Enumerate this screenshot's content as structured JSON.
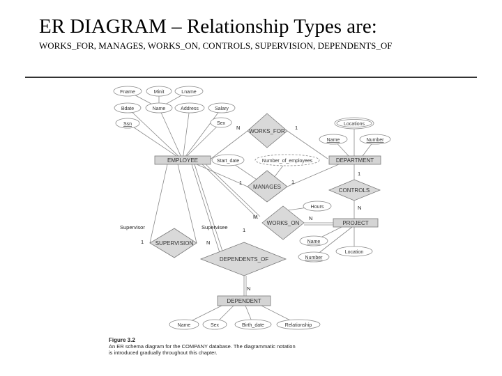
{
  "slide": {
    "title": "ER DIAGRAM – Relationship Types are:",
    "subtitle": "WORKS_FOR, MANAGES, WORKS_ON, CONTROLS, SUPERVISION, DEPENDENTS_OF"
  },
  "entities": {
    "employee": "EMPLOYEE",
    "department": "DEPARTMENT",
    "project": "PROJECT",
    "dependent": "DEPENDENT"
  },
  "relationships": {
    "works_for": "WORKS_FOR",
    "manages": "MANAGES",
    "controls": "CONTROLS",
    "works_on": "WORKS_ON",
    "supervision": "SUPERVISION",
    "dependents_of": "DEPENDENTS_OF"
  },
  "attributes": {
    "fname": "Fname",
    "minit": "Minit",
    "lname": "Lname",
    "bdate": "Bdate",
    "name_emp": "Name",
    "address": "Address",
    "salary": "Salary",
    "ssn": "Ssn",
    "sex_emp": "Sex",
    "locations": "Locations",
    "name_dept": "Name",
    "number_dept": "Number",
    "start_date": "Start_date",
    "number_of_employees": "Number_of_employees",
    "hours": "Hours",
    "name_proj": "Name",
    "location_proj": "Location",
    "number_proj": "Number",
    "name_dep": "Name",
    "sex_dep": "Sex",
    "birth_date": "Birth_date",
    "relationship": "Relationship"
  },
  "cardinalities": {
    "wf_emp": "N",
    "wf_dept": "1",
    "mg_emp": "1",
    "mg_dept": "1",
    "ct_dept": "1",
    "ct_proj": "N",
    "wo_emp": "M",
    "wo_proj": "N",
    "sv_1": "1",
    "sv_n": "N",
    "do_emp": "1",
    "do_dep": "N"
  },
  "roles": {
    "supervisor": "Supervisor",
    "supervisee": "Supervisee"
  },
  "caption": {
    "label": "Figure 3.2",
    "line1": "An ER schema diagram for the COMPANY database. The diagrammatic notation",
    "line2": "is introduced gradually throughout this chapter."
  }
}
